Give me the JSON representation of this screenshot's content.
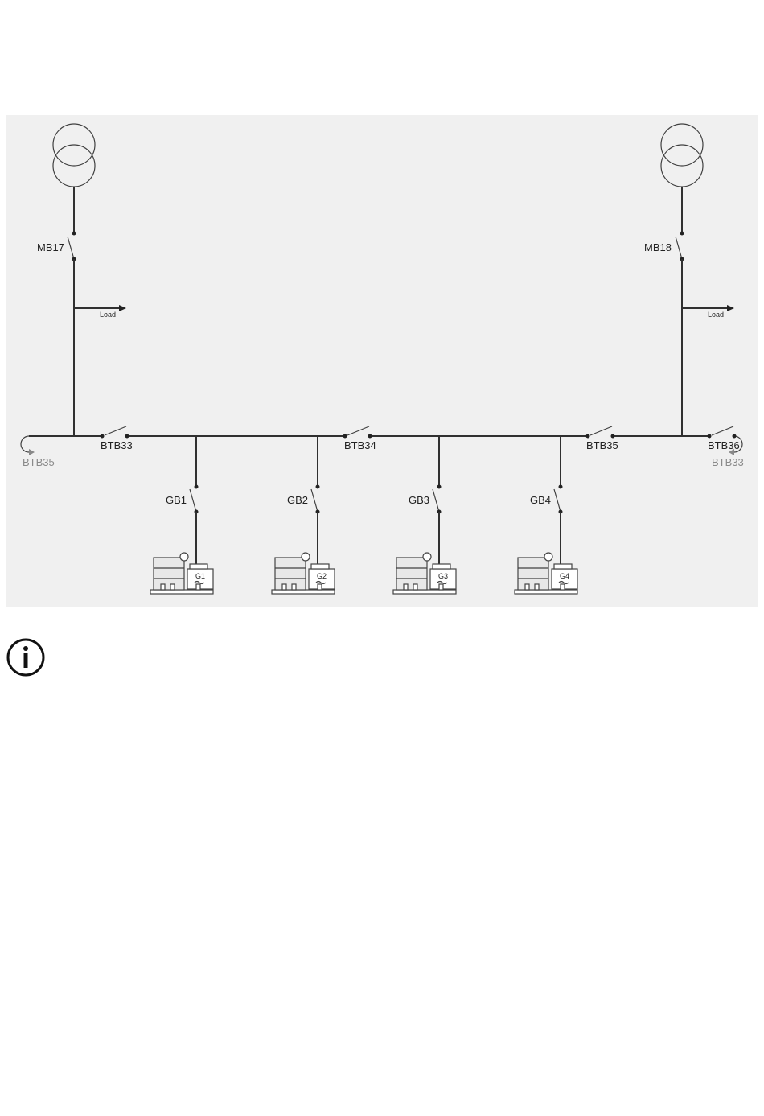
{
  "diagram": {
    "transformers": [
      {
        "breaker": "MB17",
        "load": "Load"
      },
      {
        "breaker": "MB18",
        "load": "Load"
      }
    ],
    "bus_tie_breakers": [
      "BTB33",
      "BTB34",
      "BTB35",
      "BTB36"
    ],
    "bus_links": {
      "left": "BTB35",
      "right": "BTB33"
    },
    "generators": [
      {
        "breaker": "GB1",
        "name": "G1"
      },
      {
        "breaker": "GB2",
        "name": "G2"
      },
      {
        "breaker": "GB3",
        "name": "G3"
      },
      {
        "breaker": "GB4",
        "name": "G4"
      }
    ]
  },
  "info": {
    "icon": "info-icon"
  }
}
